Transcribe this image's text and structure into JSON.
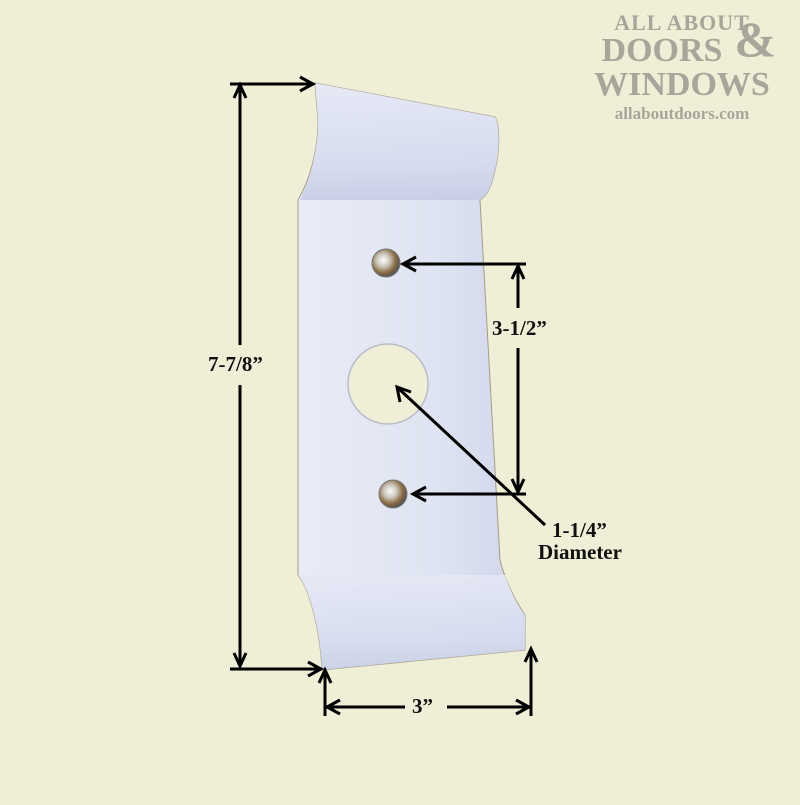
{
  "logo": {
    "line1": "ALL ABOUT",
    "line2": "DOORS",
    "ampersand": "&",
    "line3": "WINDOWS",
    "url": "allaboutdoors.com",
    "color": "#a6a79a"
  },
  "diagram": {
    "subject": "Push plate / pull plate with center hole and two screws",
    "plate_color": "#dde3f2",
    "background_color": "#efeed6",
    "dimensions": {
      "height": "7-7/8”",
      "screw_spacing": "3-1/2”",
      "hole_diameter_value": "1-1/4”",
      "hole_diameter_label": "Diameter",
      "width": "3”"
    }
  }
}
